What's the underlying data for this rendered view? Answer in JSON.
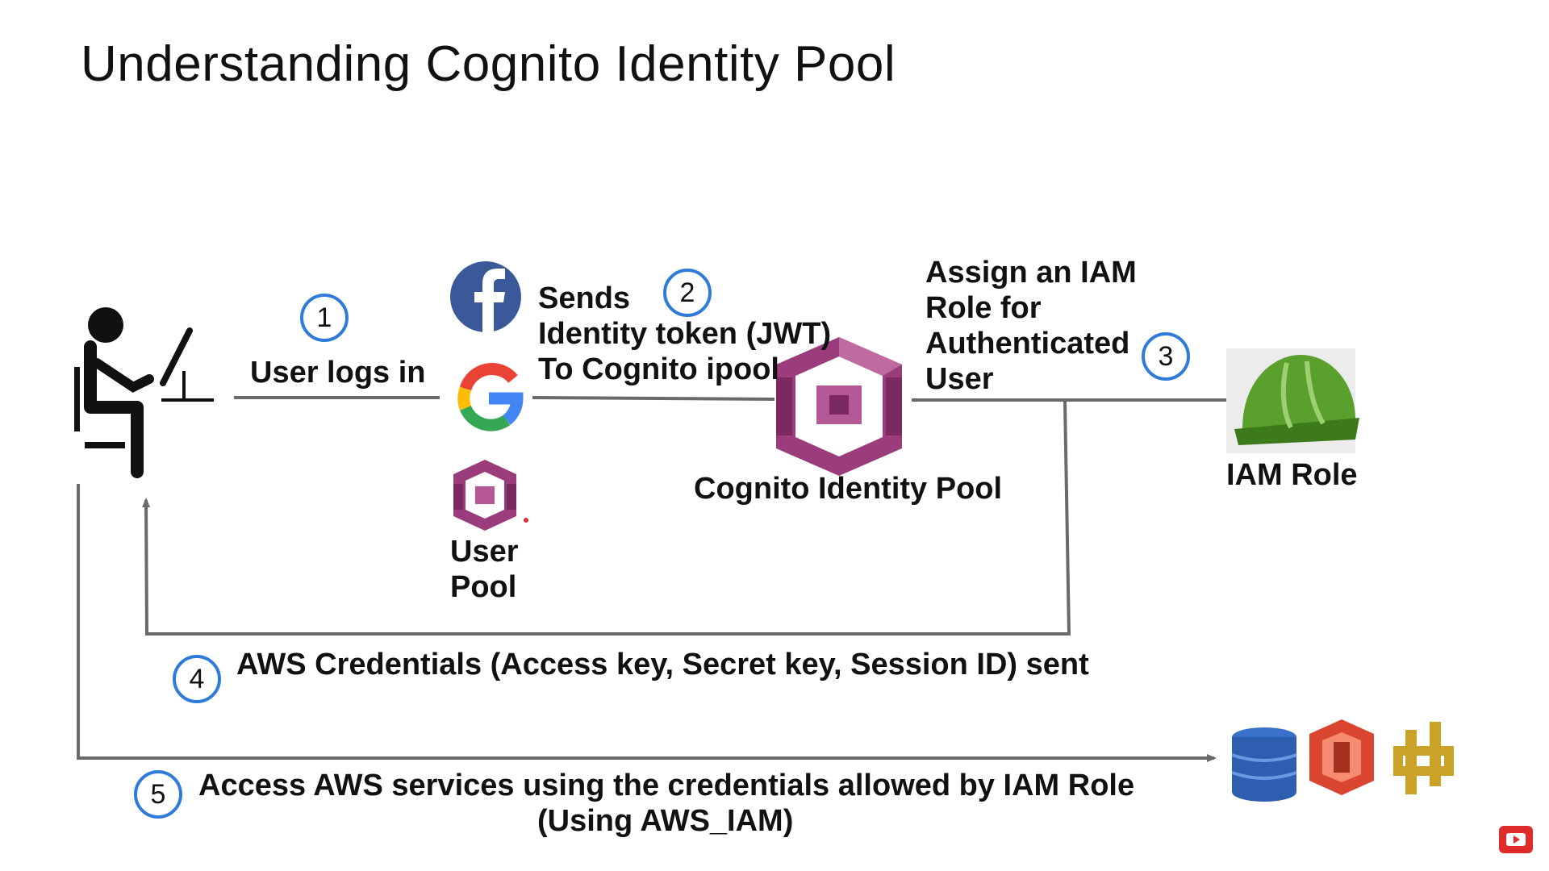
{
  "title": "Understanding Cognito Identity Pool",
  "steps": {
    "s1": "1",
    "s2": "2",
    "s3": "3",
    "s4": "4",
    "s5": "5"
  },
  "labels": {
    "user_logs_in": "User logs in",
    "sends_line1": "Sends",
    "sends_line2": "Identity token (JWT)",
    "sends_line3": "To Cognito ipool",
    "assign_line1": "Assign an IAM",
    "assign_line2": "Role for",
    "assign_line3": "Authenticated",
    "assign_line4": "User",
    "cognito_identity_pool": "Cognito Identity Pool",
    "iam_role": "IAM Role",
    "user_pool_line1": "User",
    "user_pool_line2": "Pool",
    "credentials_sent": "AWS Credentials (Access key, Secret key, Session ID) sent",
    "access_line1": "Access AWS services using the credentials allowed by IAM Role",
    "access_line2": "(Using AWS_IAM)"
  },
  "icons": {
    "user": "user-at-computer-icon",
    "facebook": "facebook-icon",
    "google": "google-icon",
    "user_pool": "cognito-user-pool-icon",
    "identity_pool": "cognito-identity-pool-icon",
    "iam_role": "iam-role-helmet-icon",
    "dynamodb": "dynamodb-icon",
    "s3": "s3-icon",
    "api_gateway": "api-gateway-icon",
    "youtube": "youtube-icon"
  },
  "colors": {
    "step_ring": "#2f7bd9",
    "connector": "#6a6a6a",
    "cognito": "#9b3d7c",
    "facebook": "#3b5998",
    "helmet": "#5aa02c"
  }
}
